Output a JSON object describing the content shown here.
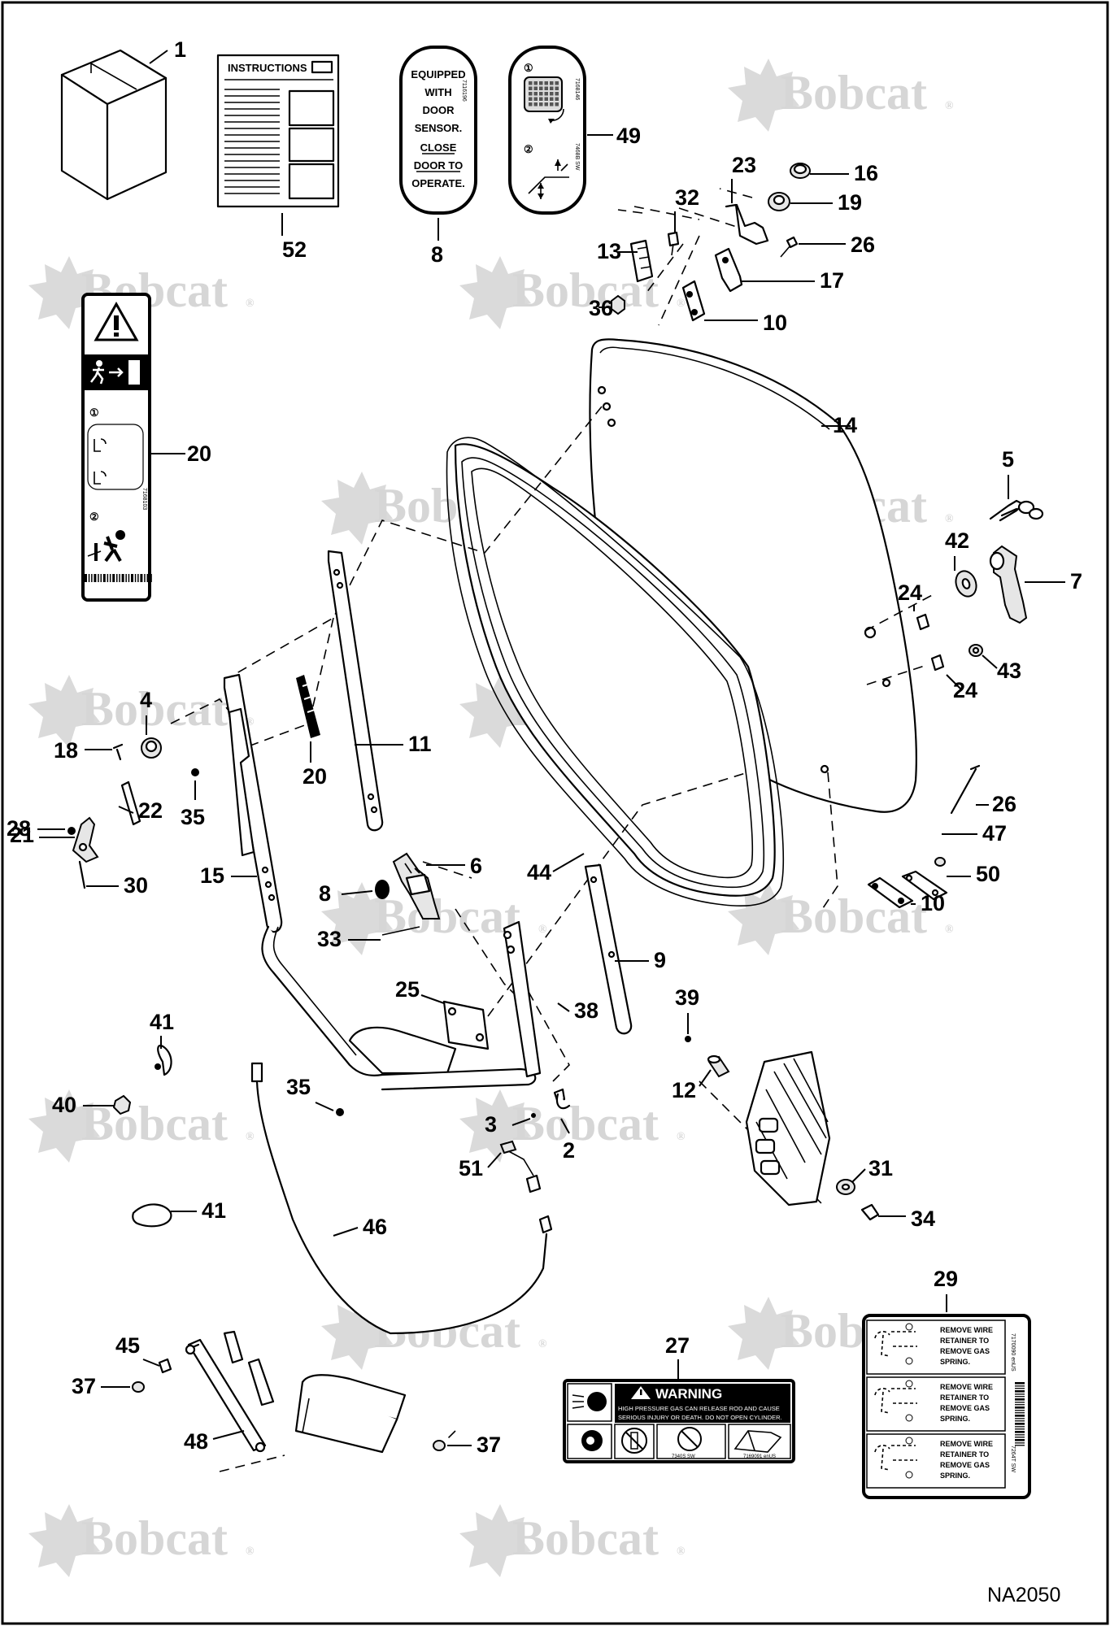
{
  "watermark": {
    "text": "Bobcat",
    "registered": "®"
  },
  "drawing_code": "NA2050",
  "decals": {
    "instructions": {
      "title": "INSTRUCTIONS"
    },
    "door_sensor": {
      "lines": [
        "EQUIPPED",
        "WITH",
        "DOOR",
        "SENSOR.",
        "CLOSE",
        "DOOR TO",
        "OPERATE."
      ],
      "side_code": "7116196"
    },
    "decal_49": {
      "step1": "①",
      "step2": "②",
      "code_a": "7168146",
      "code_b": "7468B SW"
    },
    "decal_20": {
      "step1": "①",
      "step2": "②",
      "code": "7168103"
    },
    "warning_27": {
      "title": "WARNING",
      "text_line1": "HIGH PRESSURE GAS CAN RELEASE ROD AND CAUSE",
      "text_line2": "SERIOUS INJURY OR DEATH. DO NOT OPEN CYLINDER.",
      "code_a": "7340S SW",
      "code_b": "7169091 enUS"
    },
    "decal_29": {
      "rows": [
        {
          "line1": "REMOVE WIRE",
          "line2": "RETAINER TO",
          "line3": "REMOVE GAS",
          "line4": "SPRING."
        },
        {
          "line1": "REMOVE WIRE",
          "line2": "RETAINER TO",
          "line3": "REMOVE GAS",
          "line4": "SPRING."
        },
        {
          "line1": "REMOVE WIRE",
          "line2": "RETAINER TO",
          "line3": "REMOVE GAS",
          "line4": "SPRING."
        }
      ],
      "code_a": "7170090 enUS",
      "code_b": "7264T SW"
    }
  },
  "callouts": [
    {
      "id": "c1",
      "label": "1"
    },
    {
      "id": "c52",
      "label": "52"
    },
    {
      "id": "c8a",
      "label": "8"
    },
    {
      "id": "c49",
      "label": "49"
    },
    {
      "id": "c23",
      "label": "23"
    },
    {
      "id": "c16",
      "label": "16"
    },
    {
      "id": "c19",
      "label": "19"
    },
    {
      "id": "c32",
      "label": "32"
    },
    {
      "id": "c26a",
      "label": "26"
    },
    {
      "id": "c13",
      "label": "13"
    },
    {
      "id": "c17",
      "label": "17"
    },
    {
      "id": "c36",
      "label": "36"
    },
    {
      "id": "c10a",
      "label": "10"
    },
    {
      "id": "c14",
      "label": "14"
    },
    {
      "id": "c20a",
      "label": "20"
    },
    {
      "id": "c5",
      "label": "5"
    },
    {
      "id": "c42",
      "label": "42"
    },
    {
      "id": "c7",
      "label": "7"
    },
    {
      "id": "c24a",
      "label": "24"
    },
    {
      "id": "c24b",
      "label": "24"
    },
    {
      "id": "c43",
      "label": "43"
    },
    {
      "id": "c4",
      "label": "4"
    },
    {
      "id": "c18",
      "label": "18"
    },
    {
      "id": "c11",
      "label": "11"
    },
    {
      "id": "c20b",
      "label": "20"
    },
    {
      "id": "c28",
      "label": "28"
    },
    {
      "id": "c22",
      "label": "22"
    },
    {
      "id": "c35a",
      "label": "35"
    },
    {
      "id": "c21",
      "label": "21"
    },
    {
      "id": "c30",
      "label": "30"
    },
    {
      "id": "c15",
      "label": "15"
    },
    {
      "id": "c6",
      "label": "6"
    },
    {
      "id": "c44",
      "label": "44"
    },
    {
      "id": "c26b",
      "label": "26"
    },
    {
      "id": "c47",
      "label": "47"
    },
    {
      "id": "c50",
      "label": "50"
    },
    {
      "id": "c10b",
      "label": "10"
    },
    {
      "id": "c8b",
      "label": "8"
    },
    {
      "id": "c33",
      "label": "33"
    },
    {
      "id": "c9",
      "label": "9"
    },
    {
      "id": "c25",
      "label": "25"
    },
    {
      "id": "c38",
      "label": "38"
    },
    {
      "id": "c39",
      "label": "39"
    },
    {
      "id": "c41a",
      "label": "41"
    },
    {
      "id": "c40",
      "label": "40"
    },
    {
      "id": "c35b",
      "label": "35"
    },
    {
      "id": "c12",
      "label": "12"
    },
    {
      "id": "c3",
      "label": "3"
    },
    {
      "id": "c2",
      "label": "2"
    },
    {
      "id": "c51",
      "label": "51"
    },
    {
      "id": "c31",
      "label": "31"
    },
    {
      "id": "c41b",
      "label": "41"
    },
    {
      "id": "c34",
      "label": "34"
    },
    {
      "id": "c46",
      "label": "46"
    },
    {
      "id": "c29",
      "label": "29"
    },
    {
      "id": "c27",
      "label": "27"
    },
    {
      "id": "c45",
      "label": "45"
    },
    {
      "id": "c37a",
      "label": "37"
    },
    {
      "id": "c48",
      "label": "48"
    },
    {
      "id": "c37b",
      "label": "37"
    }
  ],
  "icons": [
    "warning-triangle-icon",
    "exit-person-icon",
    "door-sensor-icon",
    "bobcat-logo-icon"
  ]
}
